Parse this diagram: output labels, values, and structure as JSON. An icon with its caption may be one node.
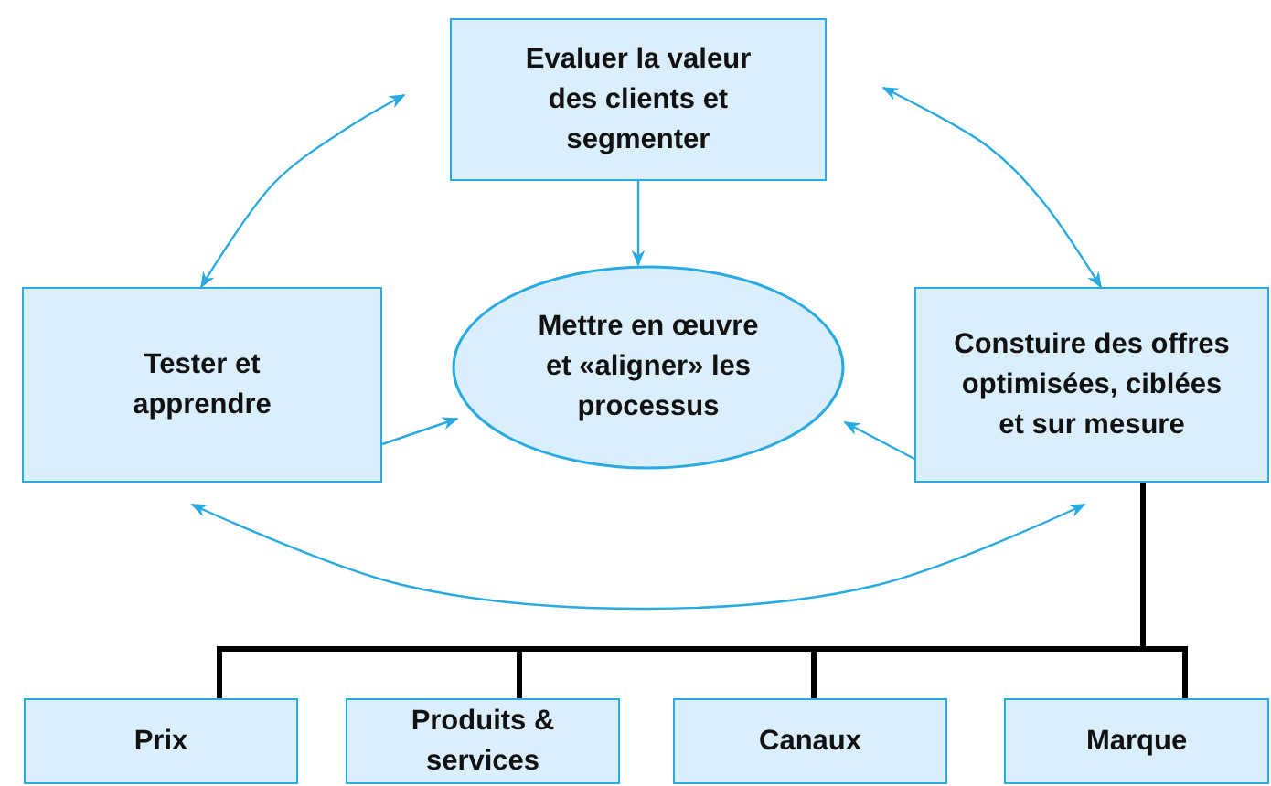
{
  "diagram": {
    "nodes": [
      {
        "text": [
          "Evaluer la valeur des clients et segmenter"
        ]
      },
      {
        "text": [
          "Tester et apprendre"
        ]
      },
      {
        "text": [
          "Mettre en œuvre et «aligner» les processus"
        ]
      },
      {
        "text": [
          "Constuire des offres optimisées, ciblées et sur mesure"
        ]
      },
      {
        "text": [
          "Prix"
        ]
      },
      {
        "text": [
          "Produits & services"
        ]
      },
      {
        "text": [
          "Canaux"
        ]
      },
      {
        "text": [
          "Marque"
        ]
      }
    ],
    "edges": [
      {
        "from": 0,
        "to": 2,
        "arrow": "to"
      },
      {
        "from": 1,
        "to": 0,
        "arrow": "both"
      },
      {
        "from": 0,
        "to": 3,
        "arrow": "both"
      },
      {
        "from": 1,
        "to": 2,
        "arrow": "to"
      },
      {
        "from": 3,
        "to": 2,
        "arrow": "to"
      },
      {
        "from": 1,
        "to": 3,
        "arrow": "both"
      },
      {
        "from": 3,
        "to": 4,
        "arrow": "none",
        "style": "thick",
        "color": "#000000"
      },
      {
        "from": 3,
        "to": 5,
        "arrow": "none",
        "style": "thick",
        "color": "#000000"
      },
      {
        "from": 3,
        "to": 6,
        "arrow": "none",
        "style": "thick",
        "color": "#000000"
      },
      {
        "from": 3,
        "to": 7,
        "arrow": "none",
        "style": "thick",
        "color": "#000000"
      }
    ]
  }
}
